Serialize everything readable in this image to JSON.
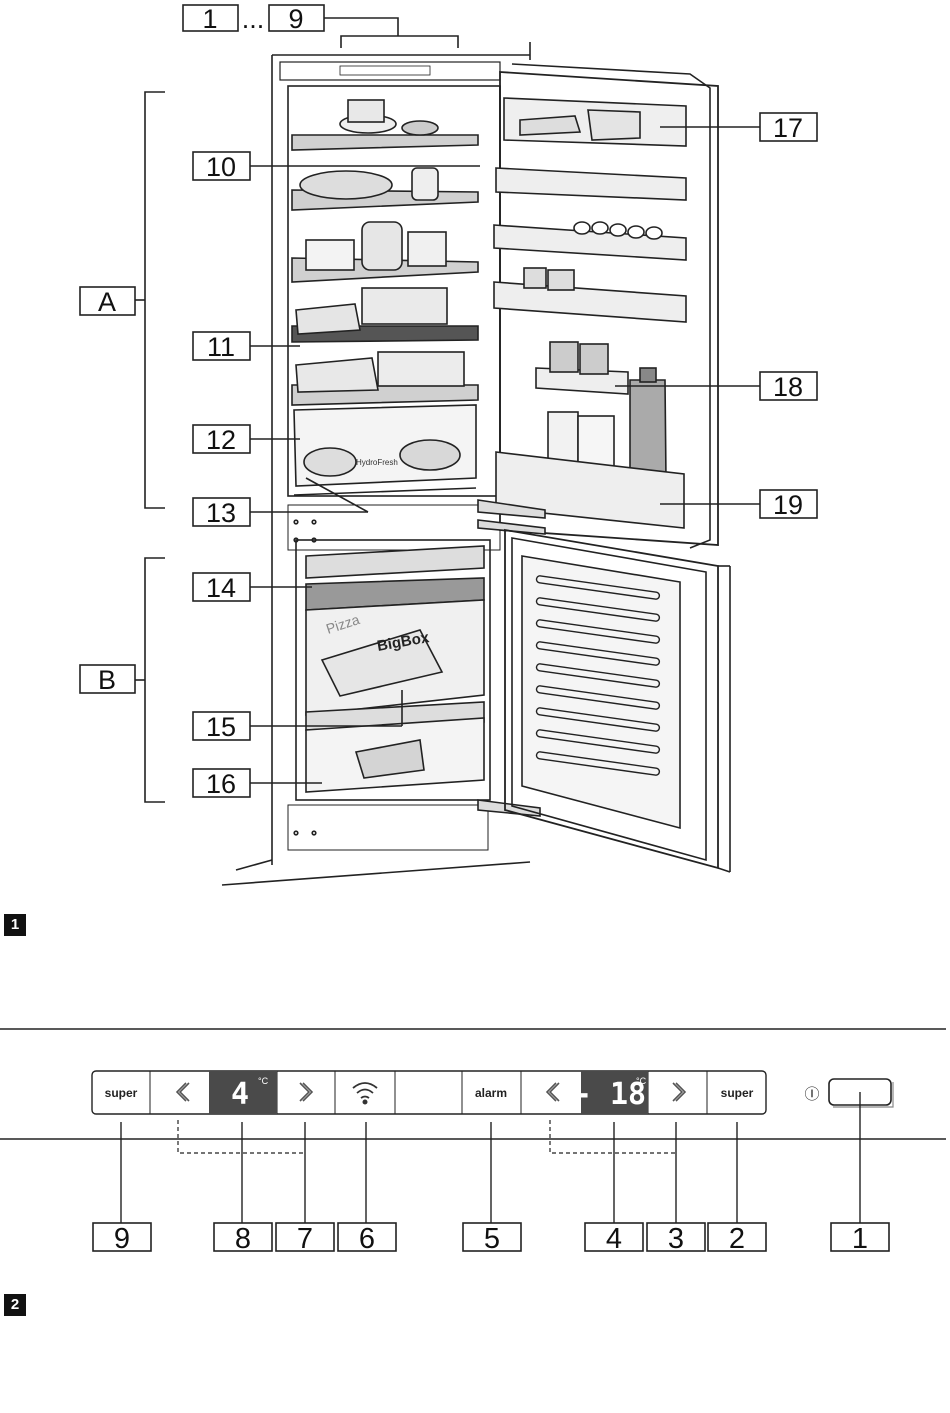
{
  "figure1": {
    "badge": "1",
    "top_callout": {
      "from": "1",
      "ellipsis": "...",
      "to": "9"
    },
    "zones": {
      "a": "A",
      "b": "B"
    },
    "callouts_left": [
      "10",
      "11",
      "12",
      "13",
      "14",
      "15",
      "16"
    ],
    "callouts_right": [
      "17",
      "18",
      "19"
    ],
    "packaging": {
      "pizza_text": "Pizza",
      "bigbox_text": "BigBox"
    }
  },
  "figure2": {
    "badge": "2",
    "buttons": {
      "super_left": "super",
      "fridge_temp": "4",
      "fridge_unit": "°C",
      "alarm": "alarm",
      "freezer_temp": "- 18",
      "freezer_unit": "°C",
      "super_right": "super"
    },
    "power_symbol": "Ⓘ",
    "callouts": [
      "9",
      "8",
      "7",
      "6",
      "5",
      "4",
      "3",
      "2",
      "1"
    ]
  }
}
